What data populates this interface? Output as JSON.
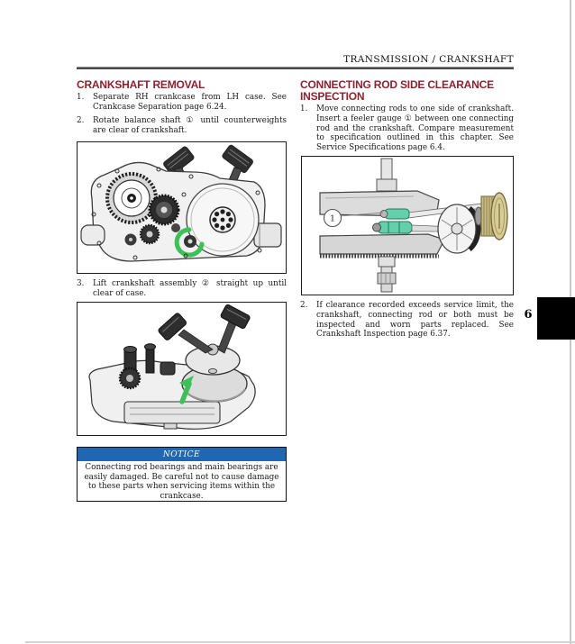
{
  "header": {
    "title": "TRANSMISSION / CRANKSHAFT",
    "tab_number": "6"
  },
  "left": {
    "title": "CRANKSHAFT REMOVAL",
    "steps": [
      {
        "num": "1.",
        "text": "Separate RH crankcase from LH case. See Crankcase Separation page 6.24."
      },
      {
        "num": "2.",
        "text": "Rotate balance shaft ① until counterweights are clear of crankshaft."
      },
      {
        "num": "3.",
        "text": "Lift crankshaft assembly ② straight up until clear of case."
      }
    ],
    "notice": {
      "label": "NOTICE",
      "text": "Connecting rod bearings and main bearings are easily damaged. Be careful not to cause damage to these parts when servicing items within the crankcase."
    }
  },
  "right": {
    "title": "CONNECTING ROD SIDE CLEARANCE INSPECTION",
    "steps": [
      {
        "num": "1.",
        "text": "Move connecting rods to one side of crankshaft. Insert a feeler gauge ① between one connecting rod and the crankshaft. Compare measurement to specification outlined in this chapter. See Service Specifications page 6.4."
      },
      {
        "num": "2.",
        "text": "If clearance recorded exceeds service limit, the crankshaft, connecting rod or both must be inspected and worn parts replaced. See Crankshaft Inspection page 6.37."
      }
    ],
    "figure_callout": "1"
  },
  "colors": {
    "heading_maroon": "#8e2130",
    "notice_blue": "#2066b0",
    "highlight_green": "#3bc155",
    "gauge_teal": "#63cfab",
    "knob_tan": "#c9bc85"
  }
}
